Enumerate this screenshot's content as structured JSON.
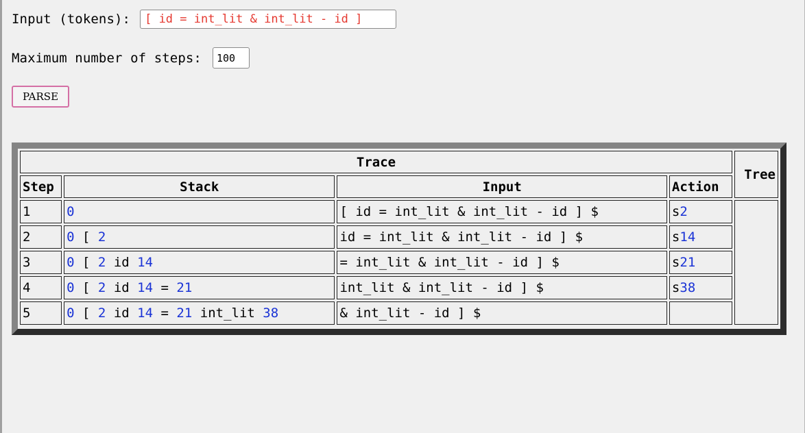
{
  "form": {
    "tokens_label": "Input (tokens):",
    "tokens_value": "[ id = int_lit & int_lit - id ]",
    "steps_label": "Maximum number of steps:",
    "steps_value": "100",
    "parse_label": "PARSE"
  },
  "table": {
    "trace_header": "Trace",
    "tree_header": "Tree",
    "columns": [
      "Step",
      "Stack",
      "Input",
      "Action"
    ],
    "rows": [
      {
        "step": "1",
        "stack": [
          {
            "t": "0",
            "num": true
          }
        ],
        "input": "[ id = int_lit & int_lit - id ] $",
        "action_prefix": "s",
        "action_num": "2"
      },
      {
        "step": "2",
        "stack": [
          {
            "t": "0",
            "num": true
          },
          {
            "t": "[",
            "num": false
          },
          {
            "t": "2",
            "num": true
          }
        ],
        "input": "id = int_lit & int_lit - id ] $",
        "action_prefix": "s",
        "action_num": "14"
      },
      {
        "step": "3",
        "stack": [
          {
            "t": "0",
            "num": true
          },
          {
            "t": "[",
            "num": false
          },
          {
            "t": "2",
            "num": true
          },
          {
            "t": "id",
            "num": false
          },
          {
            "t": "14",
            "num": true
          }
        ],
        "input": "= int_lit & int_lit - id ] $",
        "action_prefix": "s",
        "action_num": "21"
      },
      {
        "step": "4",
        "stack": [
          {
            "t": "0",
            "num": true
          },
          {
            "t": "[",
            "num": false
          },
          {
            "t": "2",
            "num": true
          },
          {
            "t": "id",
            "num": false
          },
          {
            "t": "14",
            "num": true
          },
          {
            "t": "=",
            "num": false
          },
          {
            "t": "21",
            "num": true
          }
        ],
        "input": "int_lit & int_lit - id ] $",
        "action_prefix": "s",
        "action_num": "38"
      },
      {
        "step": "5",
        "stack": [
          {
            "t": "0",
            "num": true
          },
          {
            "t": "[",
            "num": false
          },
          {
            "t": "2",
            "num": true
          },
          {
            "t": "id",
            "num": false
          },
          {
            "t": "14",
            "num": true
          },
          {
            "t": "=",
            "num": false
          },
          {
            "t": "21",
            "num": true
          },
          {
            "t": "int_lit",
            "num": false
          },
          {
            "t": "38",
            "num": true
          }
        ],
        "input": "& int_lit - id ] $",
        "action_prefix": "",
        "action_num": ""
      }
    ]
  },
  "colors": {
    "token_text": "#e5382f",
    "state_number": "#1a33d6",
    "button_border": "#d46fa5"
  }
}
